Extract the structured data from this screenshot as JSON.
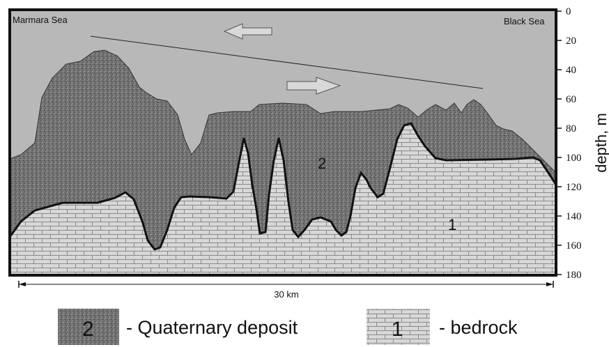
{
  "labels": {
    "left_sea": "Marmara Sea",
    "right_sea": "Black Sea",
    "distance": "30 km",
    "zone_quaternary": "2",
    "zone_bedrock": "1",
    "y_axis": "depth, m"
  },
  "y_ticks": [
    "0",
    "20",
    "40",
    "60",
    "80",
    "100",
    "120",
    "140",
    "160",
    "180"
  ],
  "legend": [
    {
      "number": "2",
      "text": "- Quaternary deposit"
    },
    {
      "number": "1",
      "text": "- bedrock"
    }
  ],
  "colors": {
    "water": "#b8b8b8",
    "quaternary": "#7a7a7a",
    "bedrock": "#d6d6d6",
    "frame": "#111111"
  }
}
